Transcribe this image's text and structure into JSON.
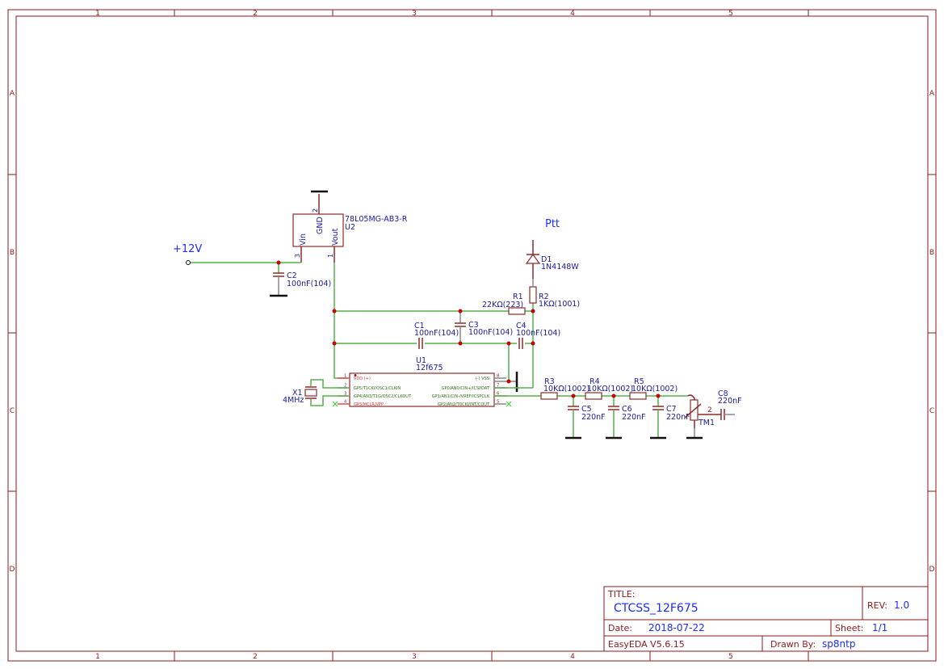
{
  "frame": {
    "columns": [
      "1",
      "2",
      "3",
      "4",
      "5"
    ],
    "rows": [
      "A",
      "B",
      "C",
      "D"
    ]
  },
  "nets": {
    "vin": "+12V",
    "ptt": "Ptt"
  },
  "components": {
    "u2": {
      "ref": "U2",
      "value": "78L05MG-AB3-R",
      "pins": {
        "gnd": "GND",
        "vin": "Vin",
        "vout": "Vout",
        "n1": "1",
        "n2": "2",
        "n3": "3"
      }
    },
    "c1": {
      "ref": "C1",
      "value": "100nF(104)"
    },
    "c2": {
      "ref": "C2",
      "value": "100nF(104)"
    },
    "c3": {
      "ref": "C3",
      "value": "100nF(104)"
    },
    "c4": {
      "ref": "C4",
      "value": "100nF(104)"
    },
    "c5": {
      "ref": "C5",
      "value": "220nF"
    },
    "c6": {
      "ref": "C6",
      "value": "220nF"
    },
    "c7": {
      "ref": "C7",
      "value": "220nF"
    },
    "c8": {
      "ref": "C8",
      "value": "220nF",
      "pin": "2"
    },
    "r1": {
      "ref": "R1",
      "value": "22KΩ(223)"
    },
    "r2": {
      "ref": "R2",
      "value": "1KΩ(1001)"
    },
    "r3": {
      "ref": "R3",
      "value": "10KΩ(1002)"
    },
    "r4": {
      "ref": "R4",
      "value": "10KΩ(1002)"
    },
    "r5": {
      "ref": "R5",
      "value": "10KΩ(1002)"
    },
    "d1": {
      "ref": "D1",
      "value": "1N4148W"
    },
    "x1": {
      "ref": "X1",
      "value": "4MHz"
    },
    "tm1": {
      "ref": "TM1"
    },
    "u1": {
      "ref": "U1",
      "value": "12f675",
      "left_pins": [
        {
          "num": "1",
          "name": "VDD (+)"
        },
        {
          "num": "2",
          "name": "GP5/T1CKI/OSC1/CLKIN"
        },
        {
          "num": "3",
          "name": "GP4/AN3/T1G/OSC2/CLKOUT"
        },
        {
          "num": "4",
          "name": "GP3/MCLR/VPP"
        }
      ],
      "right_pins": [
        {
          "num": "8",
          "name": "(-) VSS"
        },
        {
          "num": "7",
          "name": "GP0/AN0/CIN+/ICSPDAT"
        },
        {
          "num": "6",
          "name": "GP1/AN1/CIN-/VREF/ICSPCLK"
        },
        {
          "num": "5",
          "name": "GP2/AN2/T0CKI/INT/COUT"
        }
      ]
    }
  },
  "title_block": {
    "title_label": "TITLE:",
    "title": "CTCSS_12F675",
    "rev_label": "REV:",
    "rev": "1.0",
    "date_label": "Date:",
    "date": "2018-07-22",
    "sheet_label": "Sheet:",
    "sheet": "1/1",
    "tool": "EasyEDA V5.6.15",
    "drawn_label": "Drawn By:",
    "drawn_by": "sp8ntp"
  },
  "colors": {
    "frame": "#8b1a1a",
    "wire": "#55b04a",
    "junction": "#cc0000",
    "label": "#1a1aa0",
    "net": "#1a2cff"
  }
}
